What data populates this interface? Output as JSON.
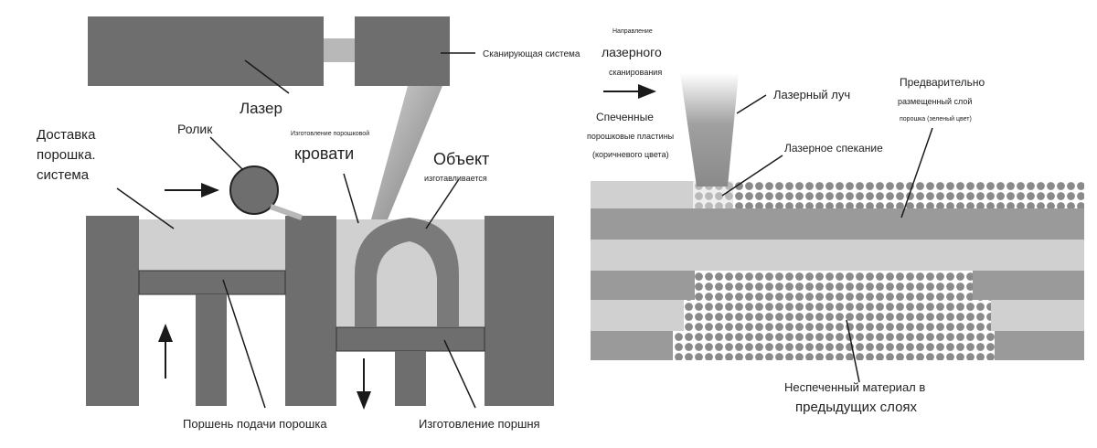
{
  "colors": {
    "dark_gray": "#6e6e6e",
    "light_gray": "#cfcfcf",
    "band_gray": "#9a9a9a",
    "band_light": "#d0d0d0",
    "outline": "#1a1a1a",
    "text": "#222222"
  },
  "left_diagram": {
    "laser": "Лазер",
    "scanning_system": "Сканирующая система",
    "powder_delivery_line1": "Доставка",
    "powder_delivery_line2": "порошка.",
    "powder_delivery_line3": "система",
    "roller": "Ролик",
    "powder_bed_small": "Изготовление порошковой",
    "powder_bed_big": "кровати",
    "object_big": "Объект",
    "object_small": "изготавливается",
    "feed_piston": "Поршень подачи порошка",
    "build_piston": "Изготовление поршня"
  },
  "right_diagram": {
    "direction_small": "Направление",
    "direction_big": "лазерного",
    "direction_scan": "сканирования",
    "laser_beam": "Лазерный луч",
    "sintered_line1": "Спеченные",
    "sintered_line2": "порошковые пластины",
    "sintered_line3": "(коричневого цвета)",
    "laser_sintering": "Лазерное спекание",
    "preplaced_line1": "Предварительно",
    "preplaced_line2": "размещенный слой",
    "preplaced_line3": "порошка (зеленый цвет)",
    "unsintered_line1": "Неспеченный материал в",
    "unsintered_line2": "предыдущих слоях"
  }
}
